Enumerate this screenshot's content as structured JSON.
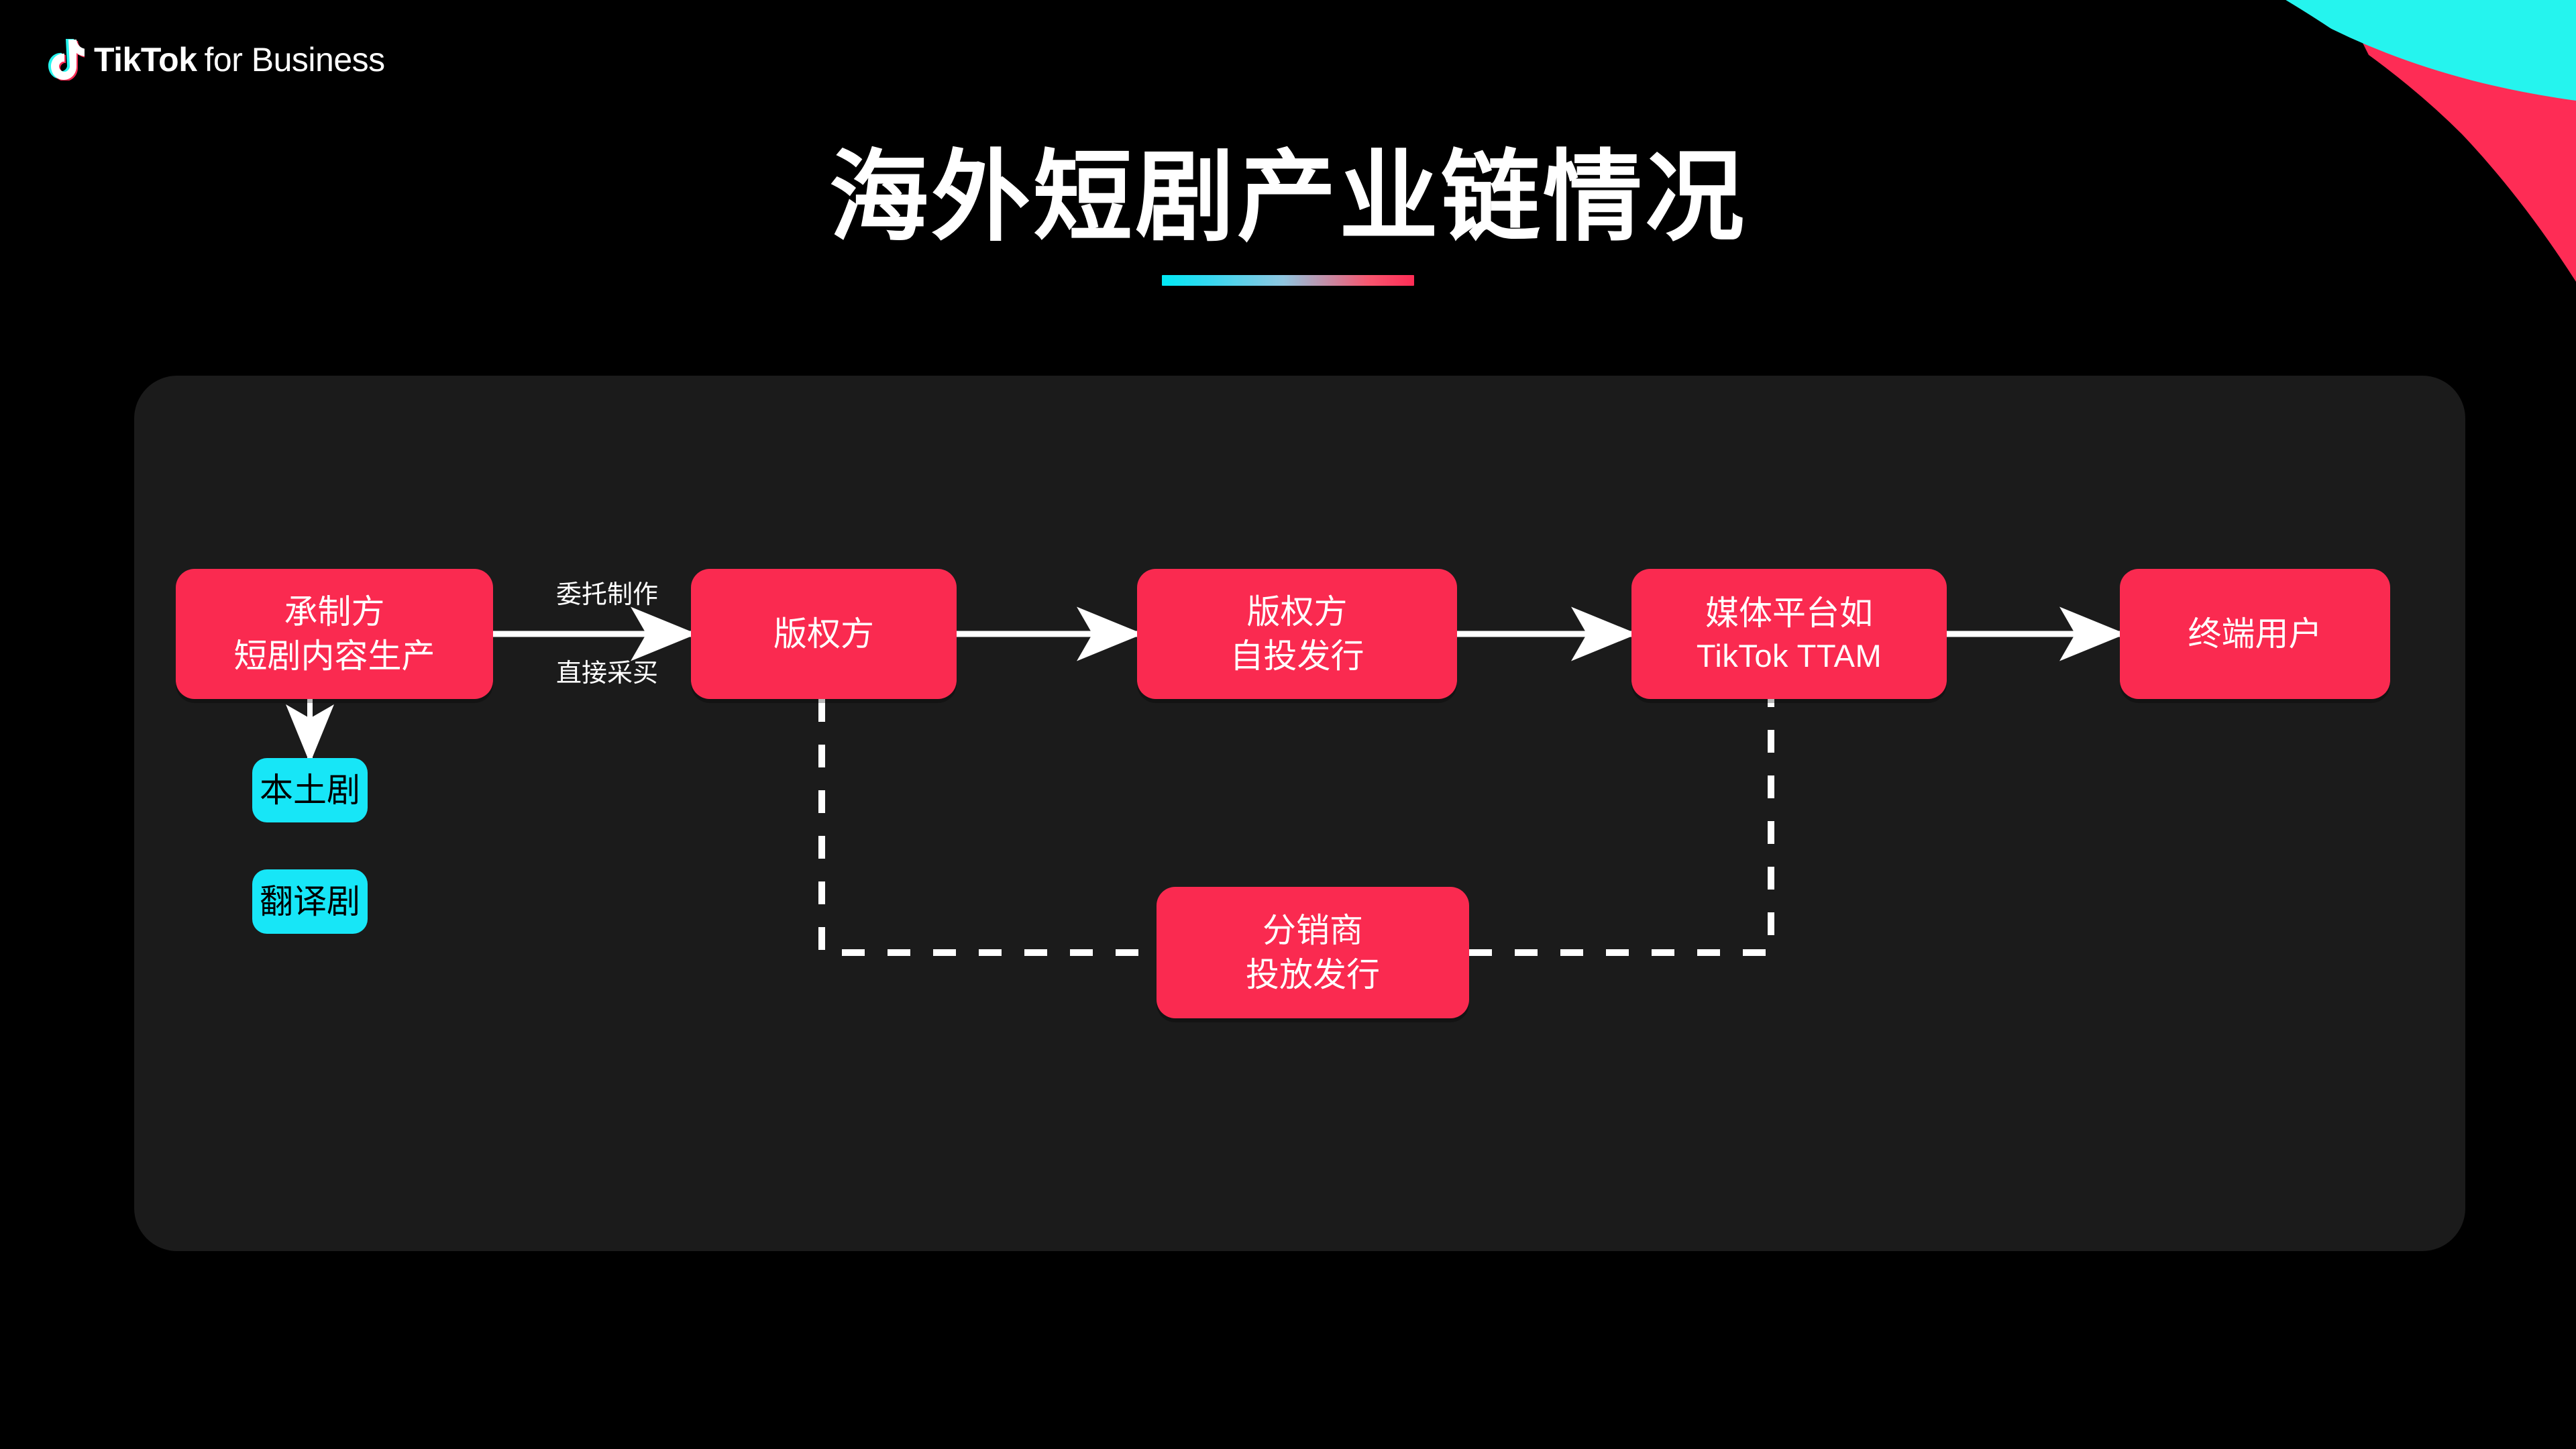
{
  "brand": {
    "logo_icon": "tiktok-note-icon",
    "name": "TikTok",
    "suffix": "for Business"
  },
  "header": {
    "title": "海外短剧产业链情况",
    "rule_gradient_from": "#00e9f4",
    "rule_gradient_to": "#fe2c55"
  },
  "colors": {
    "background": "#000000",
    "panel": "#1b1b1b",
    "pink": "#fa2a50",
    "cyan": "#17e6f7",
    "line": "#ffffff",
    "text_light": "#ffffff",
    "text_dark": "#000000"
  },
  "diagram": {
    "type": "flowchart",
    "nodes": [
      {
        "id": "producer",
        "line1": "承制方",
        "line2": "短剧内容生产",
        "style": "pink"
      },
      {
        "id": "rights",
        "line1": "版权方",
        "line2": "",
        "style": "pink"
      },
      {
        "id": "self_dist",
        "line1": "版权方",
        "line2": "自投发行",
        "style": "pink"
      },
      {
        "id": "platform",
        "line1": "媒体平台如",
        "line2": "TikTok TTAM",
        "style": "pink"
      },
      {
        "id": "end_user",
        "line1": "终端用户",
        "line2": "",
        "style": "pink"
      },
      {
        "id": "local_drama",
        "line1": "本土剧",
        "line2": "",
        "style": "cyan"
      },
      {
        "id": "trans_drama",
        "line1": "翻译剧",
        "line2": "",
        "style": "cyan"
      },
      {
        "id": "distributor",
        "line1": "分销商",
        "line2": "投放发行",
        "style": "pink"
      }
    ],
    "edge_labels": [
      {
        "id": "commission",
        "text": "委托制作"
      },
      {
        "id": "direct_purchase",
        "text": "直接采买"
      }
    ],
    "edges": [
      {
        "from": "producer",
        "to": "rights",
        "style": "solid",
        "labels": [
          "委托制作",
          "直接采买"
        ]
      },
      {
        "from": "producer",
        "to": "local_drama",
        "style": "solid"
      },
      {
        "from": "rights",
        "to": "self_dist",
        "style": "solid"
      },
      {
        "from": "self_dist",
        "to": "platform",
        "style": "solid"
      },
      {
        "from": "platform",
        "to": "end_user",
        "style": "solid"
      },
      {
        "from": "rights",
        "to": "distributor",
        "style": "dashed"
      },
      {
        "from": "distributor",
        "to": "platform",
        "style": "dashed"
      }
    ]
  }
}
